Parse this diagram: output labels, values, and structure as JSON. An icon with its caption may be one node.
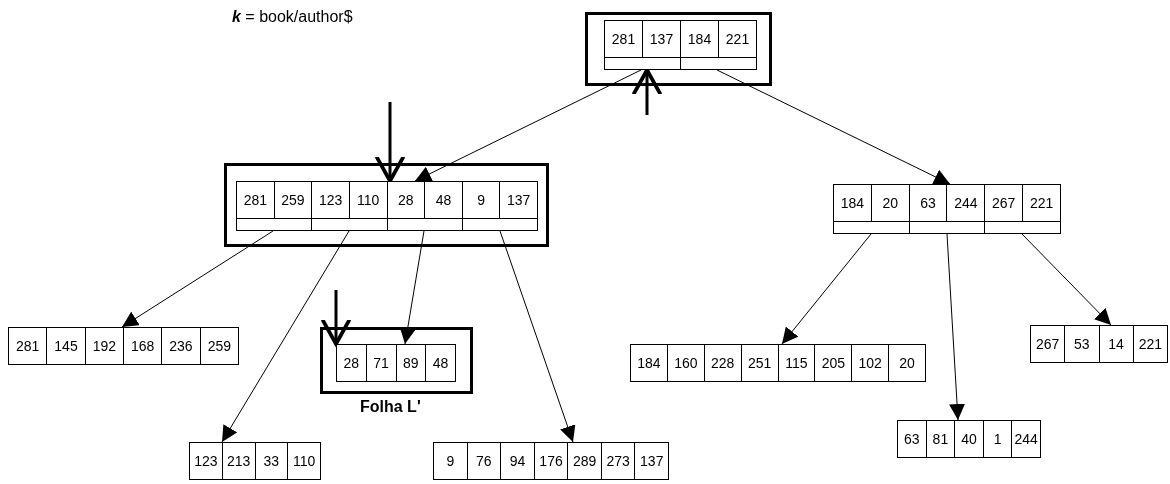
{
  "diagram": {
    "nodes": [
      {
        "text": [],
        "shape": "box"
      },
      {
        "text": [
          "281",
          "137",
          "184",
          "221"
        ],
        "in": 0
      },
      {
        "text": [],
        "shape": "box"
      },
      {
        "text": [
          "281",
          "259",
          "123",
          "110",
          "28",
          "48",
          "9",
          "137"
        ],
        "in": 2
      },
      {
        "text": [
          "184",
          "20",
          "63",
          "244",
          "267",
          "221"
        ]
      },
      {
        "text": [
          "281",
          "145",
          "192",
          "168",
          "236",
          "259"
        ]
      },
      {
        "text": [
          "123",
          "213",
          "33",
          "110"
        ]
      },
      {
        "text": [],
        "shape": "box",
        "beside": [
          "Folha L'"
        ]
      },
      {
        "text": [
          "28",
          "71",
          "89",
          "48"
        ],
        "in": 7
      },
      {
        "text": [
          "9",
          "76",
          "94",
          "176",
          "289",
          "273",
          "137"
        ]
      },
      {
        "text": [
          "184",
          "160",
          "228",
          "251",
          "115",
          "205",
          "102",
          "20"
        ]
      },
      {
        "text": [
          "63",
          "81",
          "40",
          "1",
          "244"
        ]
      },
      {
        "text": [
          "267",
          "53",
          "14",
          "221"
        ]
      }
    ],
    "edges": [
      {
        "from": 1,
        "to": 3,
        "arrow": "to"
      },
      {
        "from": 1,
        "to": 4,
        "arrow": "to"
      },
      {
        "from": 3,
        "to": 5,
        "arrow": "to"
      },
      {
        "from": 3,
        "to": 6,
        "arrow": "to"
      },
      {
        "from": 3,
        "to": 8,
        "arrow": "to"
      },
      {
        "from": 3,
        "to": 9,
        "arrow": "to"
      },
      {
        "from": 4,
        "to": 10,
        "arrow": "to"
      },
      {
        "from": 4,
        "to": 11,
        "arrow": "to"
      },
      {
        "from": 4,
        "to": 12,
        "arrow": "to"
      },
      {
        "from": null,
        "to": 1,
        "arrow": "to",
        "style": "thick"
      },
      {
        "from": null,
        "to": 3,
        "arrow": "to",
        "style": "thick"
      },
      {
        "from": null,
        "to": 8,
        "arrow": "to",
        "style": "thick"
      }
    ],
    "labels": [
      "**k** = book/author$"
    ]
  }
}
